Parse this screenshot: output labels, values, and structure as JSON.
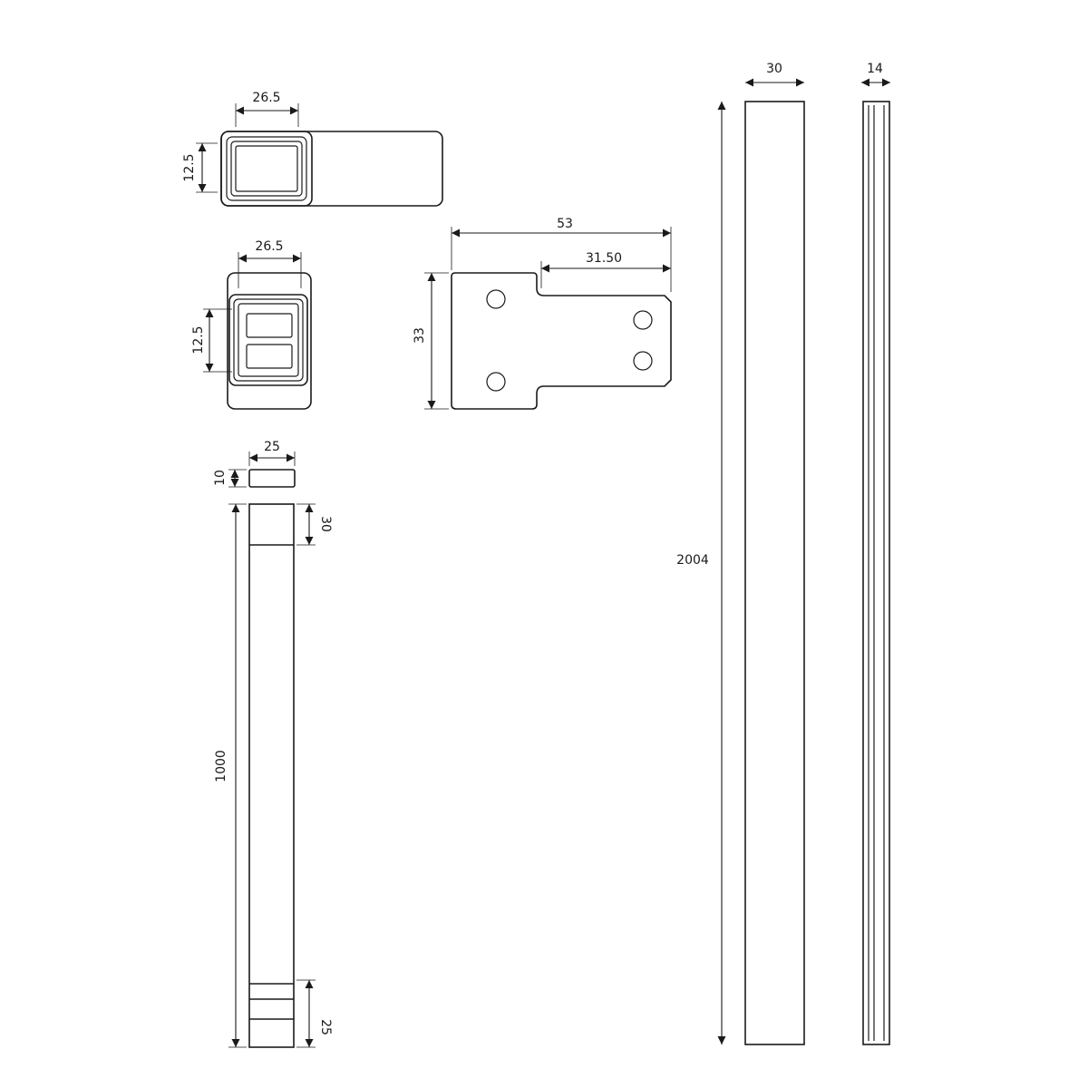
{
  "dimensions": {
    "profile_a_width": "26.5",
    "profile_a_height": "12.5",
    "profile_b_width": "26.5",
    "profile_b_height": "12.5",
    "bracket_width": "53",
    "bracket_tab_width": "31.50",
    "bracket_height": "33",
    "cap_width": "25",
    "cap_height": "10",
    "bar_top_section": "30",
    "bar_bottom_section": "25",
    "bar_length": "1000",
    "rail_length": "2004",
    "rail_front_width": "30",
    "rail_side_width": "14"
  }
}
